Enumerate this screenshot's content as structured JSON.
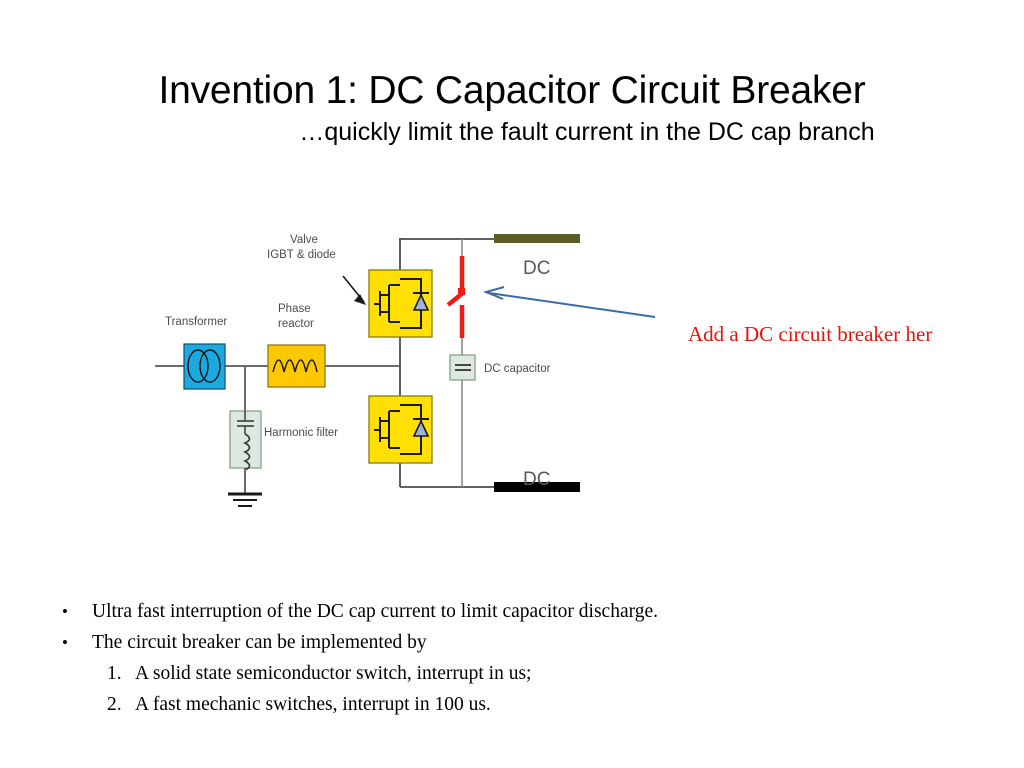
{
  "slide": {
    "title": "Invention 1: DC Capacitor Circuit Breaker",
    "subtitle": "…quickly limit the fault current in the DC cap branch"
  },
  "diagram": {
    "labels": {
      "transformer": "Transformer",
      "phase_reactor_line1": "Phase",
      "phase_reactor_line2": "reactor",
      "valve_line1": "Valve",
      "valve_line2": "IGBT & diode",
      "harmonic_filter": "Harmonic filter",
      "dc_capacitor": "DC capacitor",
      "dc_top": "DC",
      "dc_bottom": "DC"
    },
    "colors": {
      "transformer_fill": "#1ba9e0",
      "transformer_stroke": "#0b4f6c",
      "reactor_fill": "#fdc800",
      "reactor_stroke": "#8a6d00",
      "valve_fill": "#ffe000",
      "valve_stroke": "#8a7a00",
      "filter_fill": "#dde8de",
      "filter_stroke": "#7f9a86",
      "capacitor_fill": "#dde8de",
      "capacitor_stroke": "#7f9a86",
      "diode_fill": "#9fb3d9",
      "breaker_red": "#ee1b17",
      "wire": "#6b6b6b",
      "bus_top": "#5c5c26",
      "bus_bottom": "#000000",
      "arrow_blue": "#3b6ba5",
      "arrow_black": "#1a1a1a"
    }
  },
  "annotation": {
    "text": "Add a DC circuit breaker her",
    "color": "#e8140c"
  },
  "bullets": [
    {
      "marker": "•",
      "text": "Ultra fast interruption of the DC cap current to limit capacitor discharge."
    },
    {
      "marker": "•",
      "text": "The circuit breaker can be implemented by"
    }
  ],
  "numbered": [
    {
      "marker": "1.",
      "text": "A solid state semiconductor switch, interrupt in us;"
    },
    {
      "marker": "2.",
      "text": "A fast mechanic switches, interrupt in 100 us."
    }
  ]
}
